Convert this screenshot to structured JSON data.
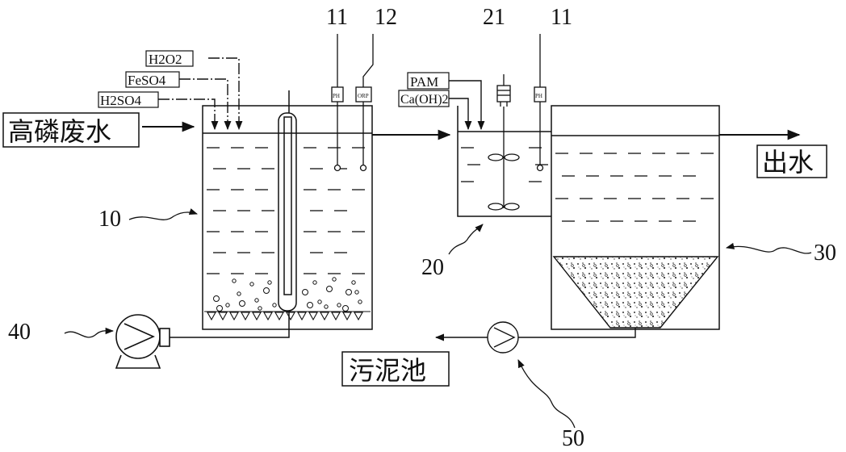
{
  "diagram": {
    "inlet_label": "高磷废水",
    "outlet_label": "出水",
    "sludge_label": "污泥池",
    "reagents_tank10": [
      "H2O2",
      "FeSO4",
      "H2SO4"
    ],
    "reagents_tank20": [
      "PAM",
      "Ca(OH)2"
    ],
    "probe_labels": {
      "ph": "PH",
      "orp": "ORP"
    },
    "callouts": {
      "probe_ph_left": "11",
      "probe_orp": "12",
      "stirrer_motor": "21",
      "probe_ph_right": "11",
      "tank_reactor": "10",
      "tank_coagulation": "20",
      "tank_settler": "30",
      "pump_air": "40",
      "pump_sludge": "50"
    }
  }
}
